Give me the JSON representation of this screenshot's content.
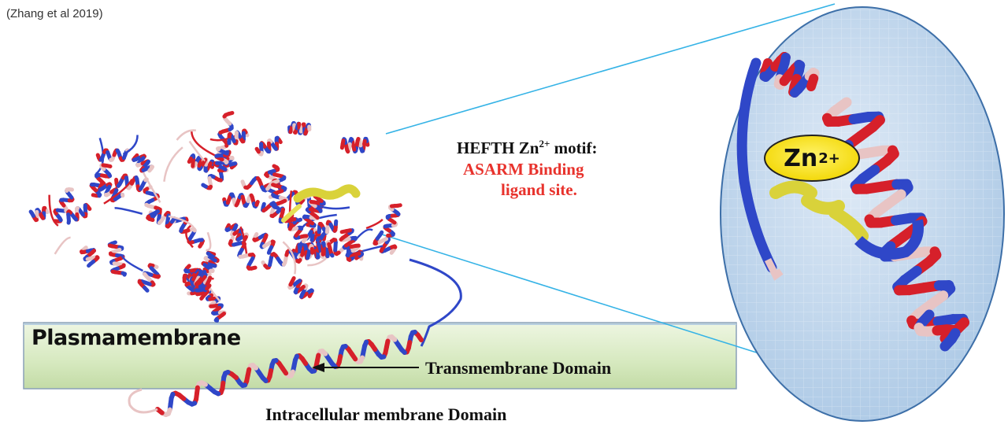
{
  "citation": "(Zhang et al 2019)",
  "membrane": {
    "label": "Plasmamembrane",
    "transmembrane_label": "Transmembrane Domain",
    "intracellular_label": "Intracellular membrane Domain"
  },
  "motif": {
    "title_prefix": "HEFTH Zn",
    "title_superscript": "2+",
    "title_suffix": " motif:",
    "line2": "ASARM Binding",
    "line3": "ligand site."
  },
  "zinc_badge": {
    "symbol": "Zn",
    "superscript": "2+"
  },
  "colors": {
    "helix_red": "#d6202a",
    "helix_blue": "#2f47c8",
    "helix_pink": "#e8c4c4",
    "ligand_yellow": "#d9d23a",
    "membrane_fill": "#d9ebc4",
    "zoom_line": "#35b3e6",
    "inset_fill": "#c6dcef",
    "motif_red": "#e8322c"
  }
}
